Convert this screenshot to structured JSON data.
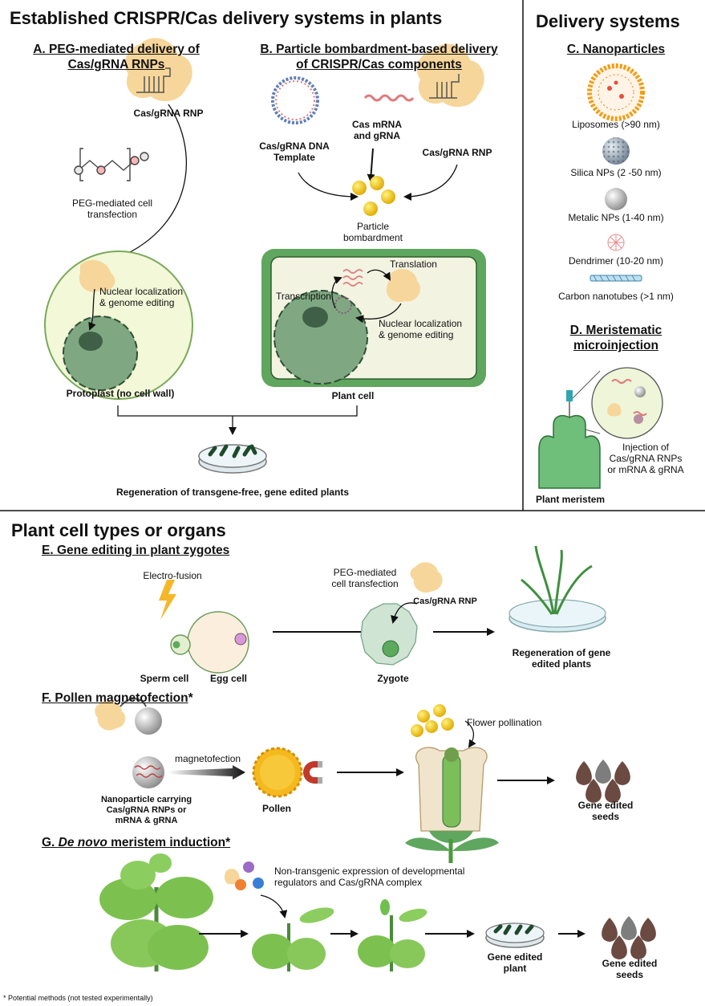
{
  "top": {
    "title": "Established CRISPR/Cas delivery systems in plants",
    "sectionA": {
      "title_line1": "A. PEG-mediated delivery of",
      "title_line2": "Cas/gRNA RNPs",
      "rnp_label": "Cas/gRNA RNP",
      "peg_line1": "PEG-mediated cell",
      "peg_line2": "transfection",
      "nuclear_line1": "Nuclear localization",
      "nuclear_line2": "& genome editing",
      "protoplast_label": "Protoplast (no cell wall)"
    },
    "sectionB": {
      "title_line1": "B. Particle bombardment-based delivery",
      "title_line2": "of CRISPR/Cas components",
      "dna_line1": "Cas/gRNA DNA",
      "dna_line2": "Template",
      "mrna_line1": "Cas mRNA",
      "mrna_line2": "and gRNA",
      "rnp_label": "Cas/gRNA RNP",
      "particle_line1": "Particle",
      "particle_line2": "bombardment",
      "translation": "Translation",
      "transcription": "Transcription",
      "nuclear_line1": "Nuclear localization",
      "nuclear_line2": "& genome editing",
      "plant_cell_label": "Plant cell"
    },
    "regeneration_label": "Regeneration of transgene-free, gene edited plants"
  },
  "right": {
    "title": "Delivery systems",
    "sectionC": {
      "title": "C. Nanoparticles",
      "items": [
        {
          "label": "Liposomes (>90 nm)"
        },
        {
          "label": "Silica NPs  (2 -50  nm)"
        },
        {
          "label": "Metalic NPs (1-40 nm)"
        },
        {
          "label": "Dendrimer (10-20 nm)"
        },
        {
          "label": "Carbon nanotubes (>1 nm)"
        }
      ]
    },
    "sectionD": {
      "title_line1": "D. Meristematic",
      "title_line2": "microinjection",
      "inj_line1": "Injection of",
      "inj_line2": "Cas/gRNA RNPs",
      "inj_line3": "or mRNA & gRNA",
      "meristem_label": "Plant meristem"
    }
  },
  "bottom": {
    "title": "Plant cell types or organs",
    "sectionE": {
      "title": "E. Gene editing in plant zygotes",
      "electrofusion": "Electro-fusion",
      "sperm": "Sperm cell",
      "egg": "Egg cell",
      "peg_line1": "PEG-mediated",
      "peg_line2": "cell transfection",
      "rnp": "Cas/gRNA RNP",
      "zygote": "Zygote",
      "regen_line1": "Regeneration of gene",
      "regen_line2": "edited plants"
    },
    "sectionF": {
      "title": "F. Pollen magnetofection",
      "title_star": "*",
      "magnetofection": "magnetofection",
      "np_line1": "Nanoparticle carrying",
      "np_line2": "Cas/gRNA RNPs or",
      "np_line3": "mRNA & gRNA",
      "pollen": "Pollen",
      "flower_pollination": "Flower pollination",
      "seeds_line1": "Gene edited",
      "seeds_line2": "seeds"
    },
    "sectionG": {
      "title_prefix": "G. ",
      "title_italic": "De novo",
      "title_suffix": " meristem induction*",
      "expr_line1": "Non-transgenic expression of developmental",
      "expr_line2": "regulators and Cas/gRNA complex",
      "plant_line1": "Gene edited",
      "plant_line2": "plant",
      "seeds_line1": "Gene edited",
      "seeds_line2": "seeds"
    },
    "footnote": "* Potential methods (not tested experimentally)"
  },
  "colors": {
    "rnp": "#f6d69a",
    "nucleus": "#7fa882",
    "protoplast": "#f2f8d8",
    "cellwall": "#5fa65f",
    "particle": "#f1c40f",
    "leaf": "#7cc14f",
    "seed": "#6b4a42",
    "magnet": "#c0392b"
  }
}
